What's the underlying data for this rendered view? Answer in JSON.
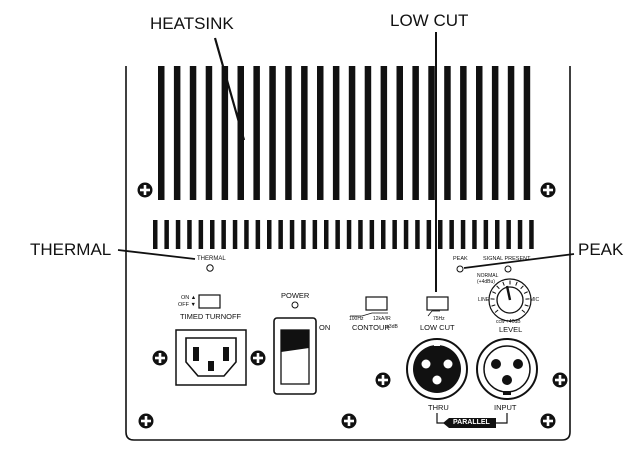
{
  "callouts": {
    "heatsink": "HEATSINK",
    "low_cut": "LOW CUT",
    "thermal": "THERMAL",
    "peak": "PEAK"
  },
  "panel": {
    "thermal": "THERMAL",
    "power": "POWER",
    "on": "ON",
    "timed_on": "ON ▲",
    "timed_off": "OFF ▼",
    "timed_turnoff": "TIMED TURNOFF",
    "contour_left": "100Hz",
    "contour_right": "12kA/IR",
    "contour": "CONTOUR",
    "contour_db": "+3dB",
    "low_cut_freq": "75Hz",
    "low_cut": "LOW CUT",
    "peak": "PEAK",
    "signal_present": "SIGNAL PRESENT",
    "normal": "NORMAL",
    "normal_db": "(+4dBu)",
    "line": "LINE",
    "mic": "MIC",
    "level_ccw": "ccw +40dB",
    "level": "LEVEL",
    "thru": "THRU",
    "input": "INPUT",
    "parallel": "PARALLEL"
  }
}
